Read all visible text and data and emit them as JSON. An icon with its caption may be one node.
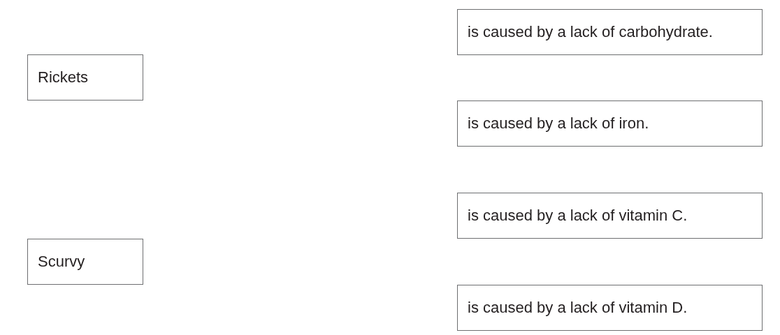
{
  "diagram": {
    "nodes": [
      {
        "text": [
          "Rickets"
        ]
      },
      {
        "text": [
          "Scurvy"
        ]
      },
      {
        "text": [
          "is caused by a lack of carbohydrate."
        ]
      },
      {
        "text": [
          "is caused by a lack of iron."
        ]
      },
      {
        "text": [
          "is caused by a lack of vitamin C."
        ]
      },
      {
        "text": [
          "is caused by a lack of vitamin D."
        ]
      }
    ],
    "edges": []
  }
}
